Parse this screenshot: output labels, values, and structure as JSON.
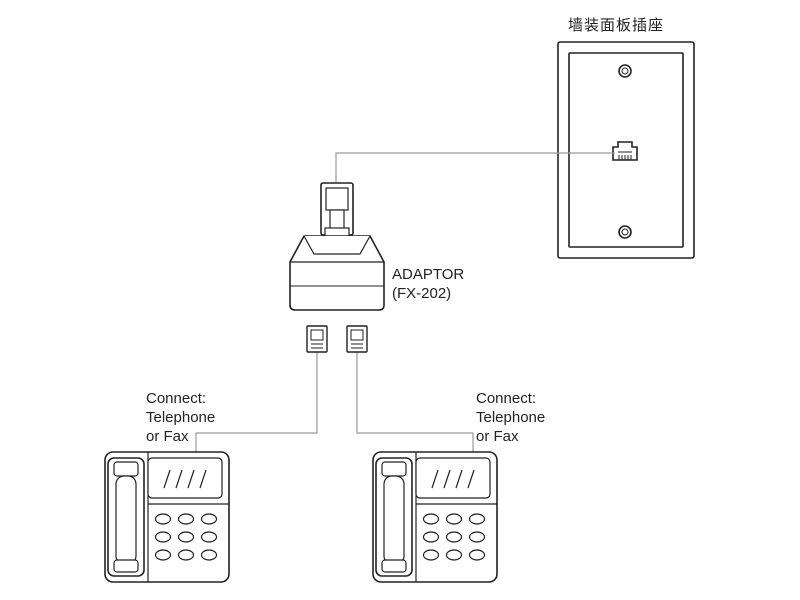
{
  "wall_plate": {
    "label": "墙装面板插座"
  },
  "adaptor": {
    "name": "ADAPTOR",
    "model": "(FX-202)"
  },
  "phones": [
    {
      "line1": "Connect:",
      "line2": "Telephone",
      "line3": "or Fax"
    },
    {
      "line1": "Connect:",
      "line2": "Telephone",
      "line3": "or Fax"
    }
  ],
  "colors": {
    "line": "#222222",
    "wire": "#9a9a9a",
    "fill": "#ffffff"
  }
}
